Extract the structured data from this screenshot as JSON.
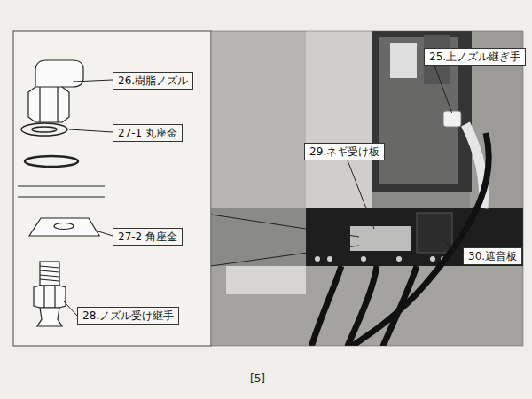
{
  "diagram": {
    "nodes": [
      {
        "text": [
          "26.樹脂ノズル"
        ]
      },
      {
        "text": [
          "27-1 丸座金"
        ]
      },
      {
        "text": [
          "27-2 角座金"
        ]
      },
      {
        "text": [
          "28.ノズル受け継手"
        ]
      },
      {
        "text": [
          "25.上ノズル継ぎ手"
        ]
      },
      {
        "text": [
          "29.ネギ受け板"
        ]
      },
      {
        "text": [
          "30.遮音板"
        ]
      }
    ],
    "labels": [
      "[5]"
    ]
  }
}
